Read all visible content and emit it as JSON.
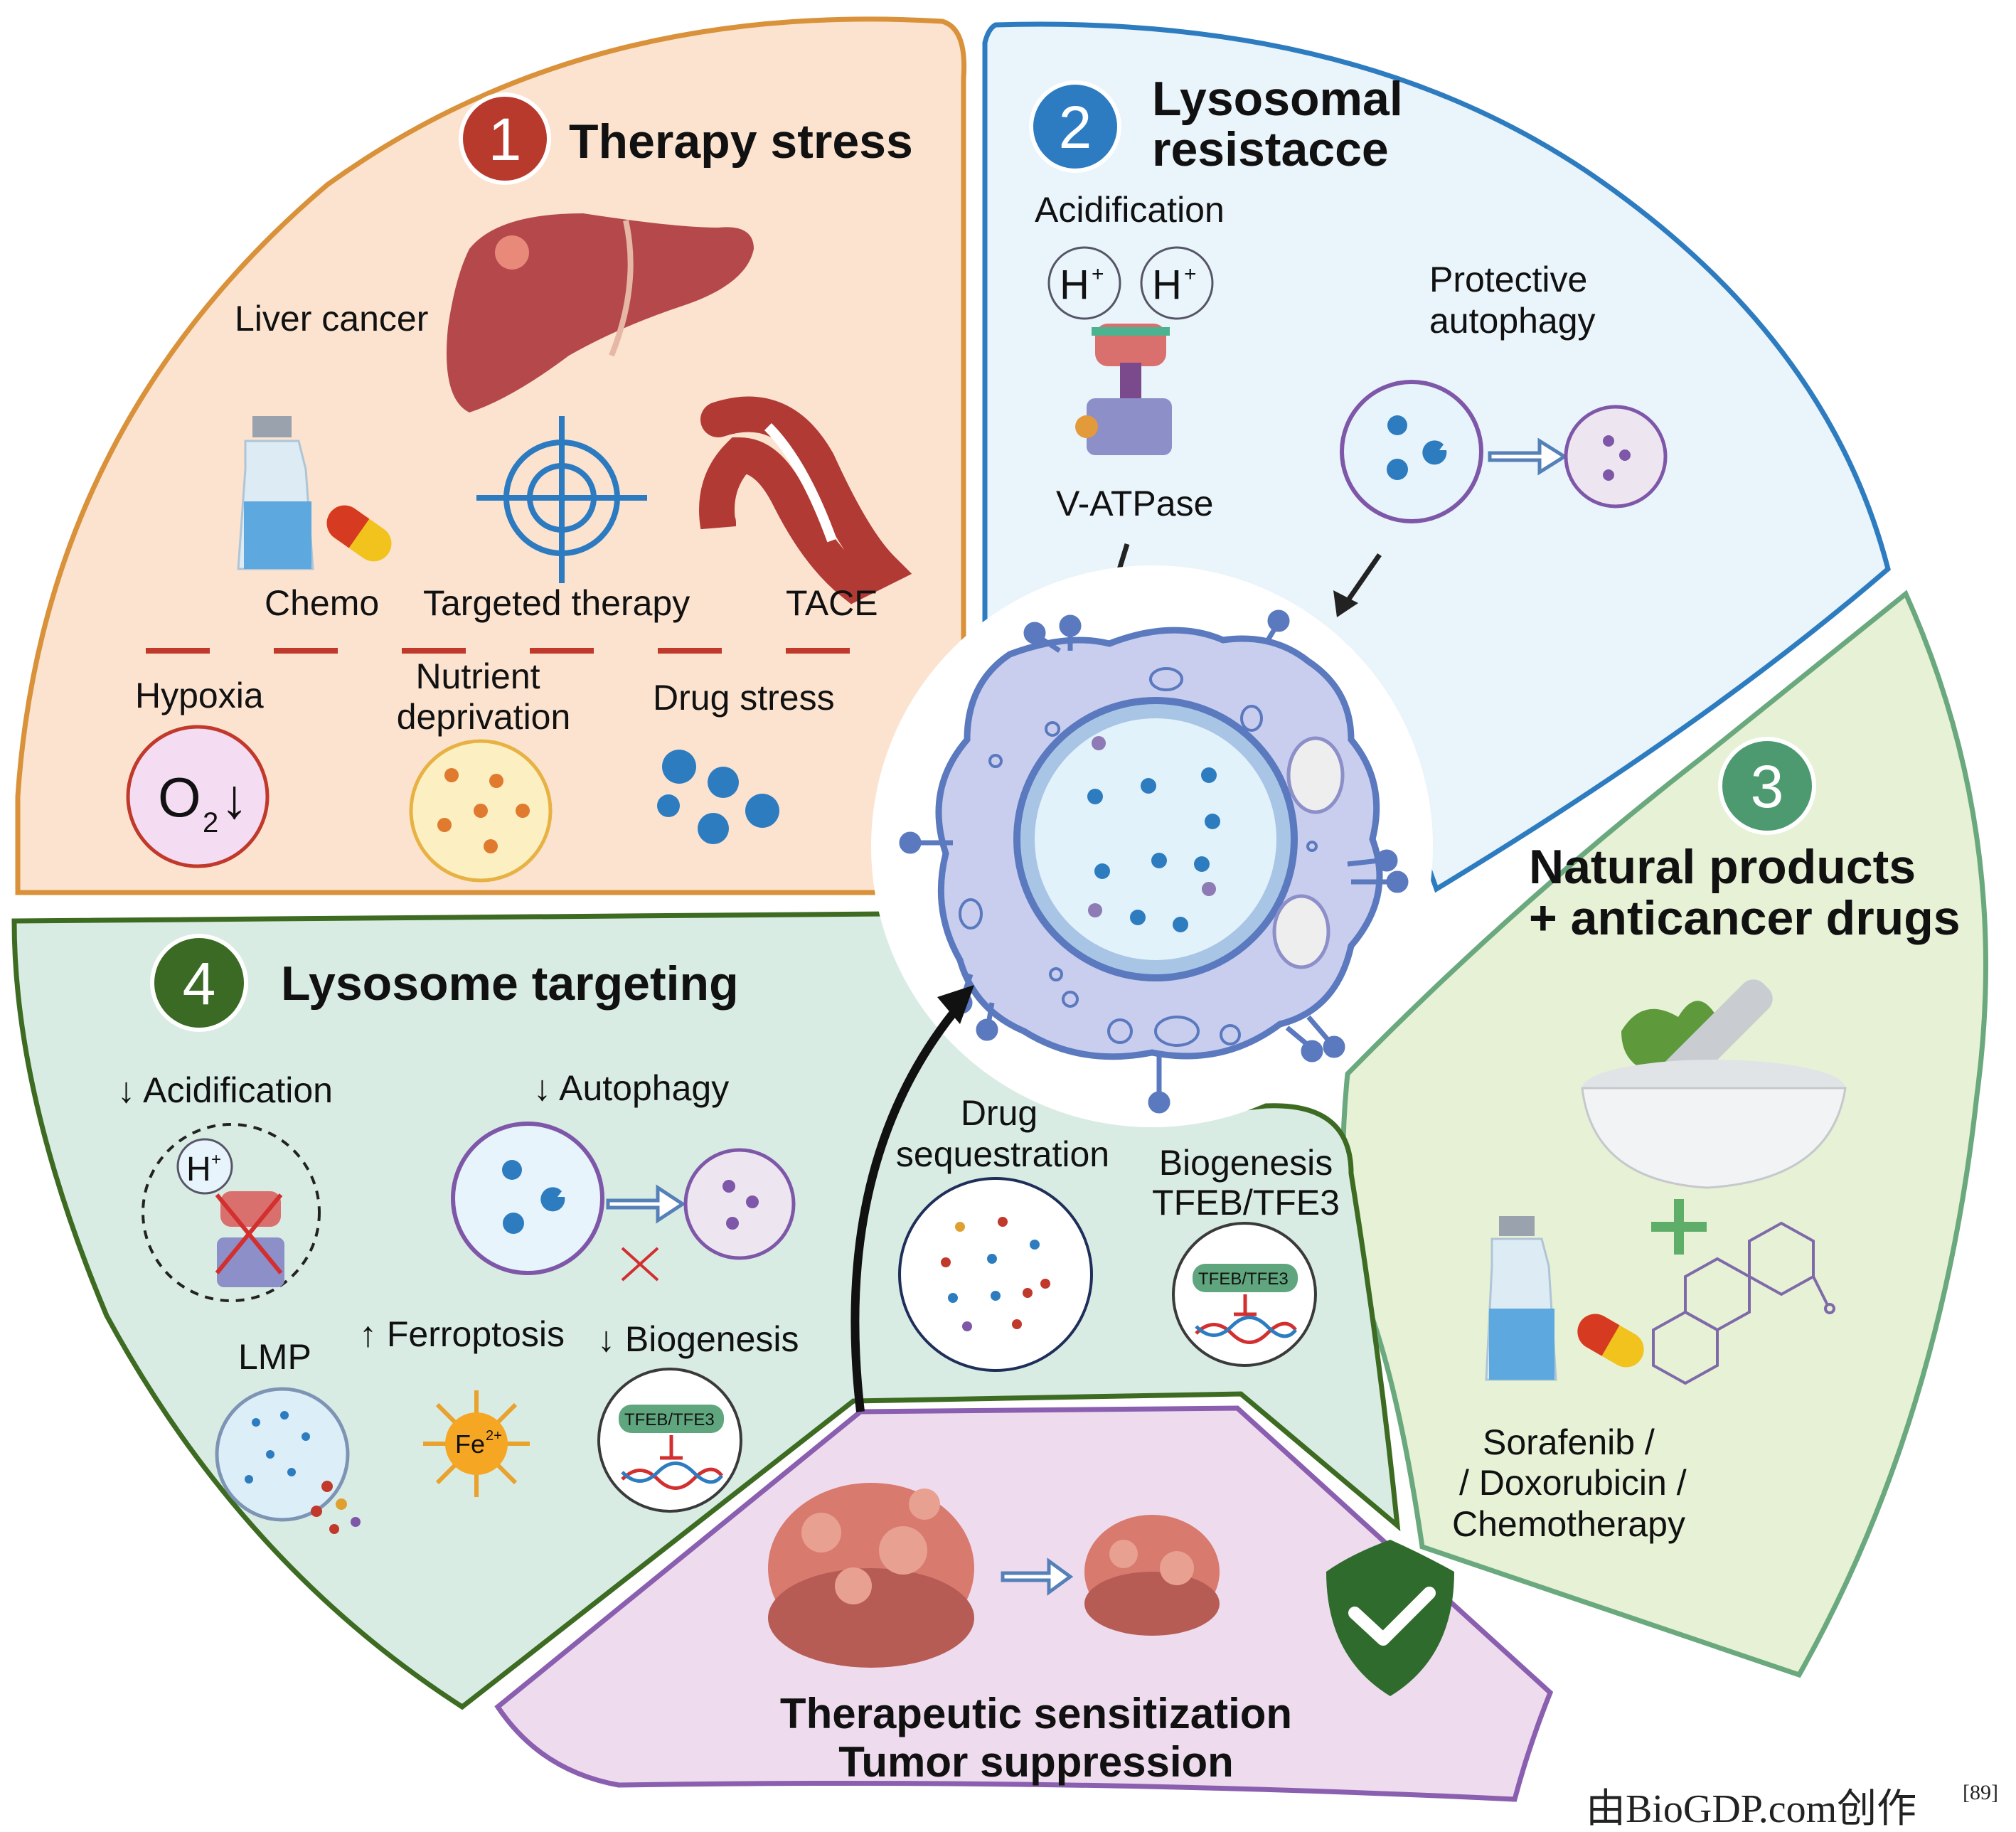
{
  "panel1": {
    "number": "1",
    "title": "Therapy stress",
    "liver": "Liver cancer",
    "chemo": "Chemo",
    "targeted": "Targeted therapy",
    "tace": "TACE",
    "hypoxia": "Hypoxia",
    "o2": "O",
    "o2_sub": "2",
    "o2_arrow": "↓",
    "nutrient_1": "Nutrient",
    "nutrient_2": "deprivation",
    "drug_stress": "Drug stress"
  },
  "panel2": {
    "number": "2",
    "title_1": "Lysosomal",
    "title_2": "resistacce",
    "acidification": "Acidification",
    "h_plus": "H",
    "plus": "+",
    "vatpase": "V-ATPase",
    "protective_1": "Protective",
    "protective_2": "autophagy"
  },
  "panel3": {
    "number": "3",
    "title_1": "Natural products",
    "title_2": "+ anticancer drugs",
    "drugs_1": "Sorafenib /",
    "drugs_2": "/ Doxorubicin /",
    "drugs_3": "Chemotherapy"
  },
  "panel4": {
    "number": "4",
    "title": "Lysosome targeting",
    "acidification": "↓ Acidification",
    "h_plus": "H",
    "plus": "+",
    "autophagy": "↓ Autophagy",
    "lmp": "LMP",
    "ferroptosis": "↑ Ferroptosis",
    "fe": "Fe",
    "fe_sup": "2+",
    "biogenesis": "↓ Biogenesis",
    "tfeb": "TFEB/TFE3"
  },
  "center": {
    "drug_seq_1": "Drug",
    "drug_seq_2": "sequestration",
    "biogenesis_1": "Biogenesis",
    "biogenesis_2": "TFEB/TFE3",
    "tfeb": "TFEB/TFE3"
  },
  "panel5": {
    "line_1": "Therapeutic sensitization",
    "line_2": "Tumor suppression"
  },
  "watermark": {
    "text": "由BioGDP.com创作",
    "ref": "[89]"
  },
  "colors": {
    "panel1_fill": "#FBE3D0",
    "panel1_stroke": "#D9913A",
    "panel2_fill": "#EAF4FB",
    "panel2_stroke": "#2E7CC0",
    "panel3_fill": "#E6F1D6",
    "panel3_stroke": "#6AA87E",
    "panel4_fill": "#D9ECE4",
    "panel4_stroke": "#3D6B22",
    "panel5_fill": "#EEDCEE",
    "panel5_stroke": "#8B5FB0",
    "badge1": "#B83A2C",
    "badge2": "#2D7CC2",
    "badge3": "#4E9A70",
    "badge4": "#3A6A24"
  }
}
